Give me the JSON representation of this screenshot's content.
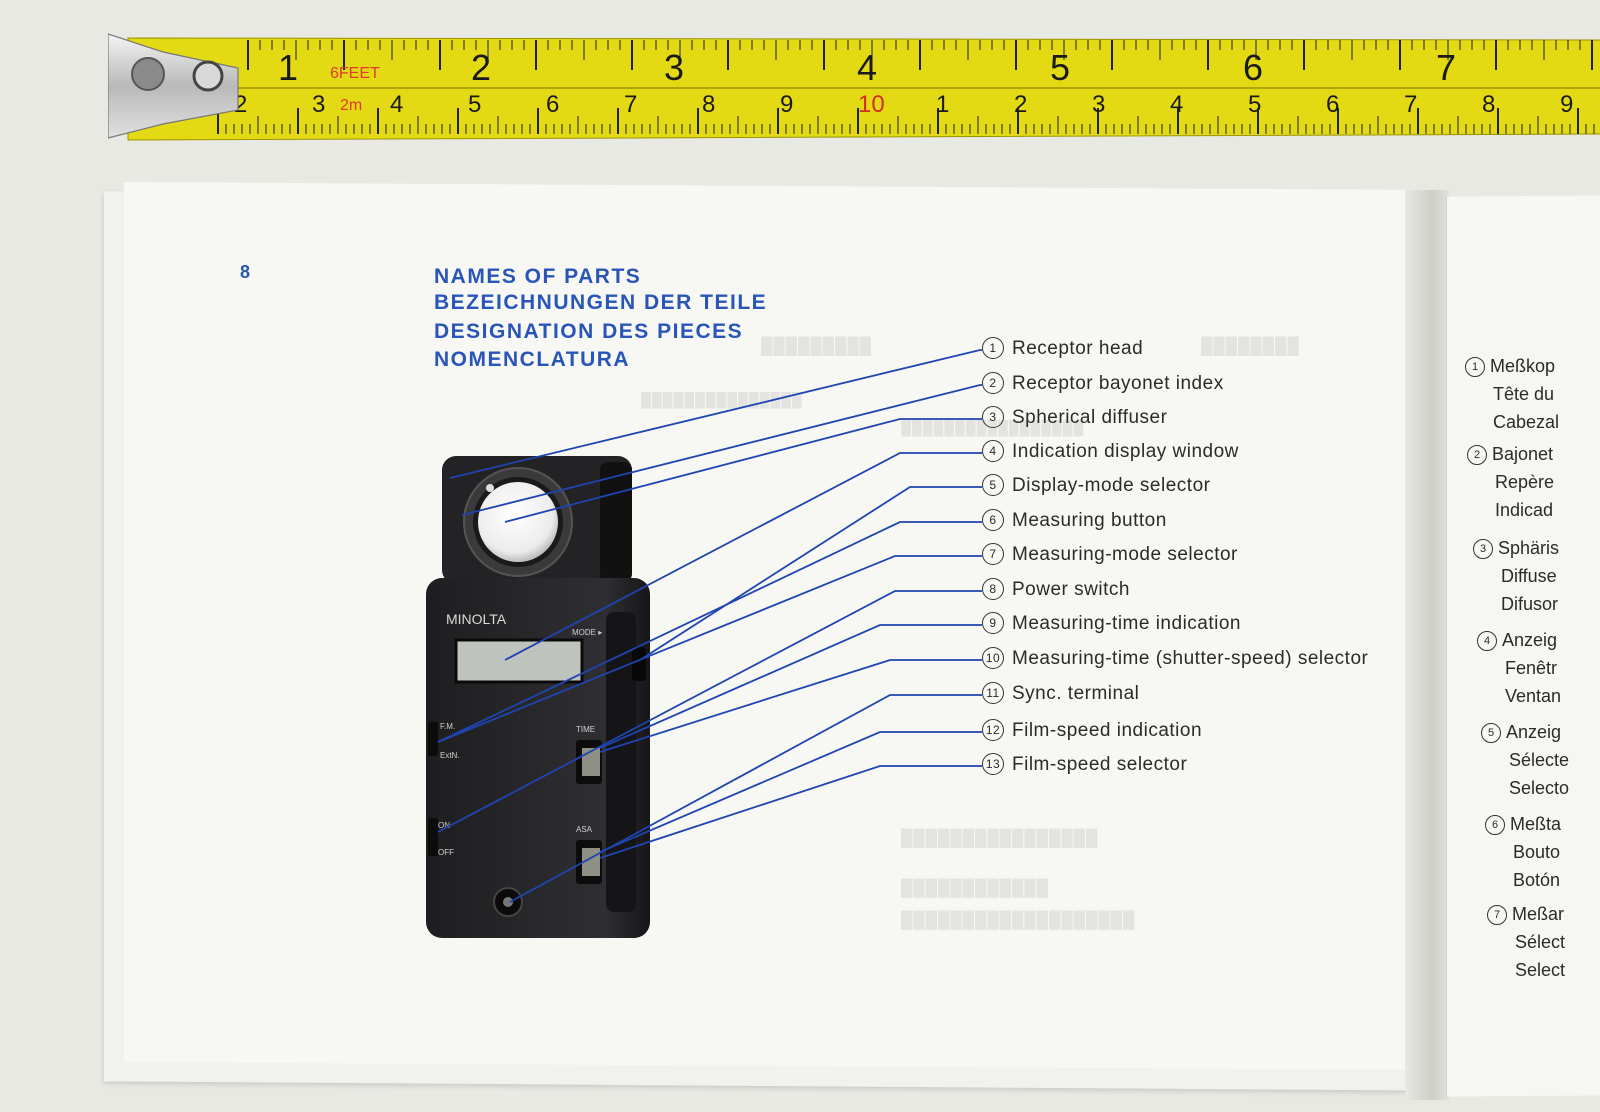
{
  "tape": {
    "upper_numbers": [
      "1",
      "2",
      "3",
      "4",
      "5",
      "6",
      "7"
    ],
    "lower_numbers": [
      "2",
      "3",
      "4",
      "5",
      "6",
      "7",
      "8",
      "9",
      "10",
      "1",
      "2",
      "3",
      "4",
      "5",
      "6",
      "7",
      "8",
      "9"
    ],
    "feet_mark": "6FEET",
    "meter_mark": "2m"
  },
  "manual": {
    "page_number": "8",
    "titles": [
      "NAMES OF PARTS",
      "BEZEICHNUNGEN DER TEILE",
      "DESIGNATION DES PIECES",
      "NOMENCLATURA"
    ],
    "parts": [
      {
        "num": "1",
        "label": "Receptor head"
      },
      {
        "num": "2",
        "label": "Receptor bayonet index"
      },
      {
        "num": "3",
        "label": "Spherical diffuser"
      },
      {
        "num": "4",
        "label": "Indication display window"
      },
      {
        "num": "5",
        "label": "Display-mode selector"
      },
      {
        "num": "6",
        "label": "Measuring button"
      },
      {
        "num": "7",
        "label": "Measuring-mode selector"
      },
      {
        "num": "8",
        "label": "Power switch"
      },
      {
        "num": "9",
        "label": "Measuring-time indication"
      },
      {
        "num": "10",
        "label": "Measuring-time (shutter-speed) selector"
      },
      {
        "num": "11",
        "label": "Sync. terminal"
      },
      {
        "num": "12",
        "label": "Film-speed indication"
      },
      {
        "num": "13",
        "label": "Film-speed selector"
      }
    ],
    "meter_labels": {
      "brand": "MINOLTA",
      "mode": "MODE ▸",
      "time": "TIME",
      "fm": "F.M.",
      "extn": "ExtN.",
      "on": "ON",
      "off": "OFF",
      "asa": "ASA"
    }
  },
  "right_page": {
    "items": [
      {
        "num": "1",
        "lines": [
          "Meßkop",
          "Tête du",
          "Cabezal"
        ]
      },
      {
        "num": "2",
        "lines": [
          "Bajonet",
          "Repère",
          "Indicad"
        ]
      },
      {
        "num": "3",
        "lines": [
          "Sphäris",
          "Diffuse",
          "Difusor"
        ]
      },
      {
        "num": "4",
        "lines": [
          "Anzeig",
          "Fenêtr",
          "Ventan"
        ]
      },
      {
        "num": "5",
        "lines": [
          "Anzeig",
          "Sélecte",
          "Selecto"
        ]
      },
      {
        "num": "6",
        "lines": [
          "Meßta",
          "Bouto",
          "Botón"
        ]
      },
      {
        "num": "7",
        "lines": [
          "Meßar",
          "Sélect",
          "Select"
        ]
      }
    ]
  },
  "colors": {
    "title_blue": "#2a55b8",
    "leader_blue": "#1e45b0",
    "tape_yellow": "#e9e000"
  }
}
